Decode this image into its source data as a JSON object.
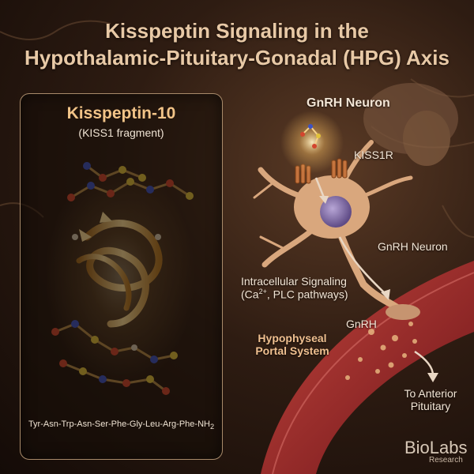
{
  "title": {
    "line1": "Kisspeptin Signaling in the",
    "line2": "Hypothalamic-Pituitary-Gonadal (HPG) Axis"
  },
  "peptide_panel": {
    "name": "Kisspeptin-10",
    "subtitle": "(KISS1 fragment)",
    "sequence_main": "Tyr-Asn-Trp-Asn-Ser-Phe-Gly-Leu-Arg-Phe-NH",
    "sequence_subscript": "2"
  },
  "neuron_labels": {
    "top": "GnRH Neuron",
    "receptor": "KISS1R",
    "axon": "GnRH Neuron",
    "signaling_line1": "Intracellular Signaling",
    "signaling_line2_prefix": "(Ca",
    "signaling_superscript": "2+",
    "signaling_line2_suffix": ", PLC pathways)",
    "gnrh": "GnRH",
    "portal_line1": "Hypophyseal",
    "portal_line2": "Portal System",
    "pituitary_line1": "To Anterior",
    "pituitary_line2": "Pituitary"
  },
  "logo": {
    "name": "BioLabs",
    "sub": "Research"
  },
  "colors": {
    "title": "#e8c9a6",
    "accent": "#f2c488",
    "vessel": "#9e2b30",
    "neuron": "#d9a77d"
  },
  "icons": [
    "peptide-molecule-icon",
    "receptor-icon",
    "neuron-icon",
    "blood-vessel-icon",
    "arrow-icon"
  ]
}
